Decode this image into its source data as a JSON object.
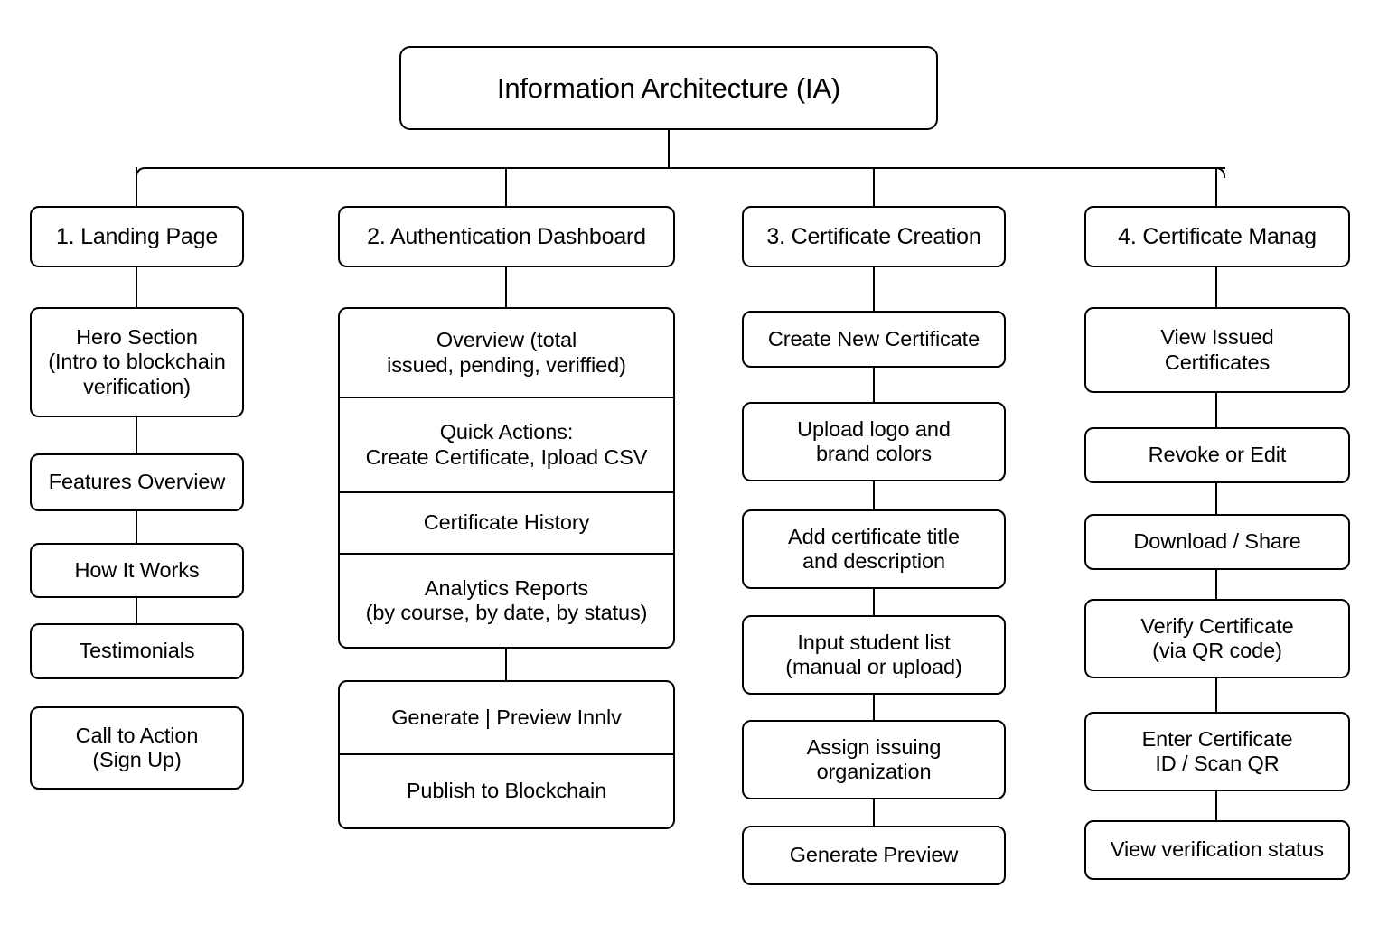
{
  "diagram": {
    "title": "Information Architecture (IA)",
    "root_label": "Information Architecture (IA)",
    "background_color": "#ffffff",
    "line_color": "#000000",
    "text_color": "#000000"
  },
  "columns": [
    {
      "id": "landing-page",
      "header": "1. Landing Page",
      "items": [
        {
          "label": "Hero Section\n(Intro to blockchain\nverification)"
        },
        {
          "label": "Features Overview"
        },
        {
          "label": "How It Works"
        },
        {
          "label": "Testimonials"
        },
        {
          "label": "Call to Action\n(Sign Up)"
        }
      ]
    },
    {
      "id": "authentication-dashboard",
      "header": "2. Authentication Dashboard",
      "groups": [
        {
          "id": "dashboard-sections",
          "rows": [
            {
              "label": "Overview (total\nissued, pending, veriffied)"
            },
            {
              "label": "Quick Actions:\nCreate Certificate, Ipload CSV"
            },
            {
              "label": "Certificate History"
            },
            {
              "label": "Analytics Reports\n(by course, by date, by status)"
            }
          ]
        },
        {
          "id": "dashboard-actions",
          "rows": [
            {
              "label": "Generate  |  Preview  Innlv"
            },
            {
              "label": "Publish to Blockchain"
            }
          ]
        }
      ]
    },
    {
      "id": "certificate-creation",
      "header": "3. Certificate Creation",
      "items": [
        {
          "label": "Create New Certificate"
        },
        {
          "label": "Upload logo and\nbrand colors"
        },
        {
          "label": "Add certificate title\nand description"
        },
        {
          "label": "Input student list\n(manual or upload)"
        },
        {
          "label": "Assign issuing\norganization"
        },
        {
          "label": "Generate Preview"
        }
      ]
    },
    {
      "id": "certificate-management",
      "header": "4. Certificate Manag",
      "items": [
        {
          "label": "View Issued\nCertificates"
        },
        {
          "label": "Revoke or Edit"
        },
        {
          "label": "Download / Share"
        },
        {
          "label": "Verify Certificate\n(via QR code)"
        },
        {
          "label": "Enter Certificate\nID / Scan QR"
        },
        {
          "label": "View verification status"
        }
      ]
    }
  ]
}
